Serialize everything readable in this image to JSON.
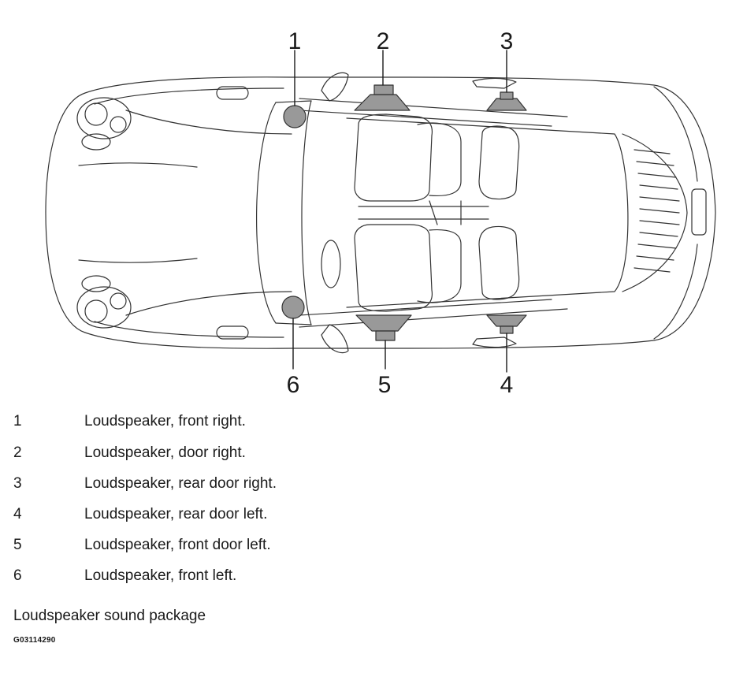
{
  "callouts": [
    {
      "num": "1"
    },
    {
      "num": "2"
    },
    {
      "num": "3"
    },
    {
      "num": "4"
    },
    {
      "num": "5"
    },
    {
      "num": "6"
    }
  ],
  "legend": [
    {
      "num": "1",
      "text": "Loudspeaker, front right."
    },
    {
      "num": "2",
      "text": "Loudspeaker, door right."
    },
    {
      "num": "3",
      "text": "Loudspeaker, rear door right."
    },
    {
      "num": "4",
      "text": "Loudspeaker, rear door left."
    },
    {
      "num": "5",
      "text": "Loudspeaker, front door left."
    },
    {
      "num": "6",
      "text": "Loudspeaker, front left."
    }
  ],
  "caption": "Loudspeaker sound package",
  "figure_id": "G03114290",
  "colors": {
    "outline": "#333333",
    "speaker_fill": "#999999",
    "text": "#1a1a1a"
  }
}
